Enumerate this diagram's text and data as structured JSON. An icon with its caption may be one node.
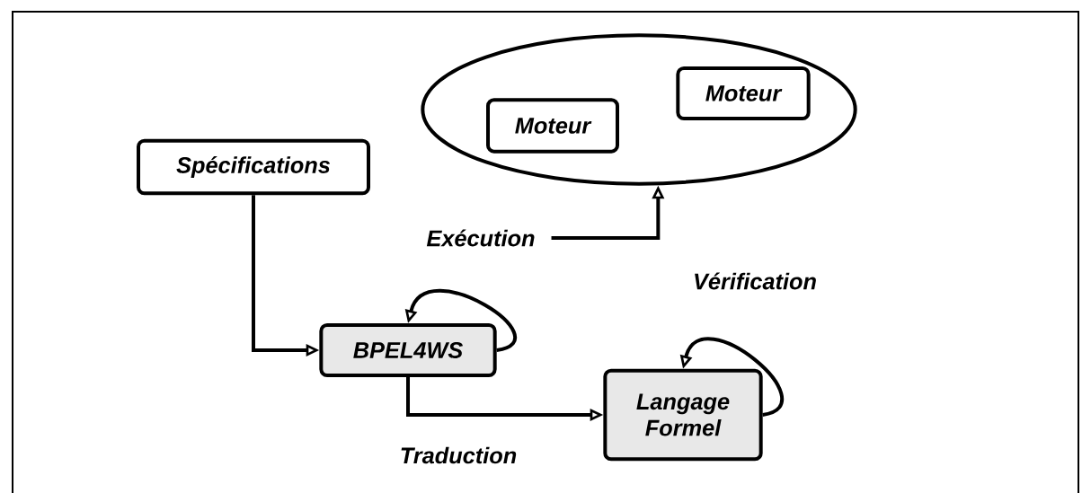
{
  "diagram": {
    "nodes": [
      {
        "text": [],
        "shape": "ellipse"
      },
      {
        "text": [
          "Moteur"
        ],
        "in": 0
      },
      {
        "text": [
          "Moteur"
        ],
        "in": 0
      },
      {
        "text": [
          "Spécifications"
        ]
      },
      {
        "text": [
          "Exécution"
        ]
      },
      {
        "text": [
          "BPEL4WS"
        ]
      },
      {
        "text": [
          "Langage Formel"
        ]
      }
    ],
    "edges": [
      {
        "from": 3,
        "to": 5,
        "arrow": "to"
      },
      {
        "from": 4,
        "to": 0,
        "arrow": "to"
      },
      {
        "from": 5,
        "to": 5,
        "arrow": "to"
      },
      {
        "from": 5,
        "to": 6,
        "arrow": "to"
      },
      {
        "from": 6,
        "to": 6,
        "arrow": "to"
      }
    ],
    "labels": [
      "Vérification",
      "Traduction"
    ]
  }
}
